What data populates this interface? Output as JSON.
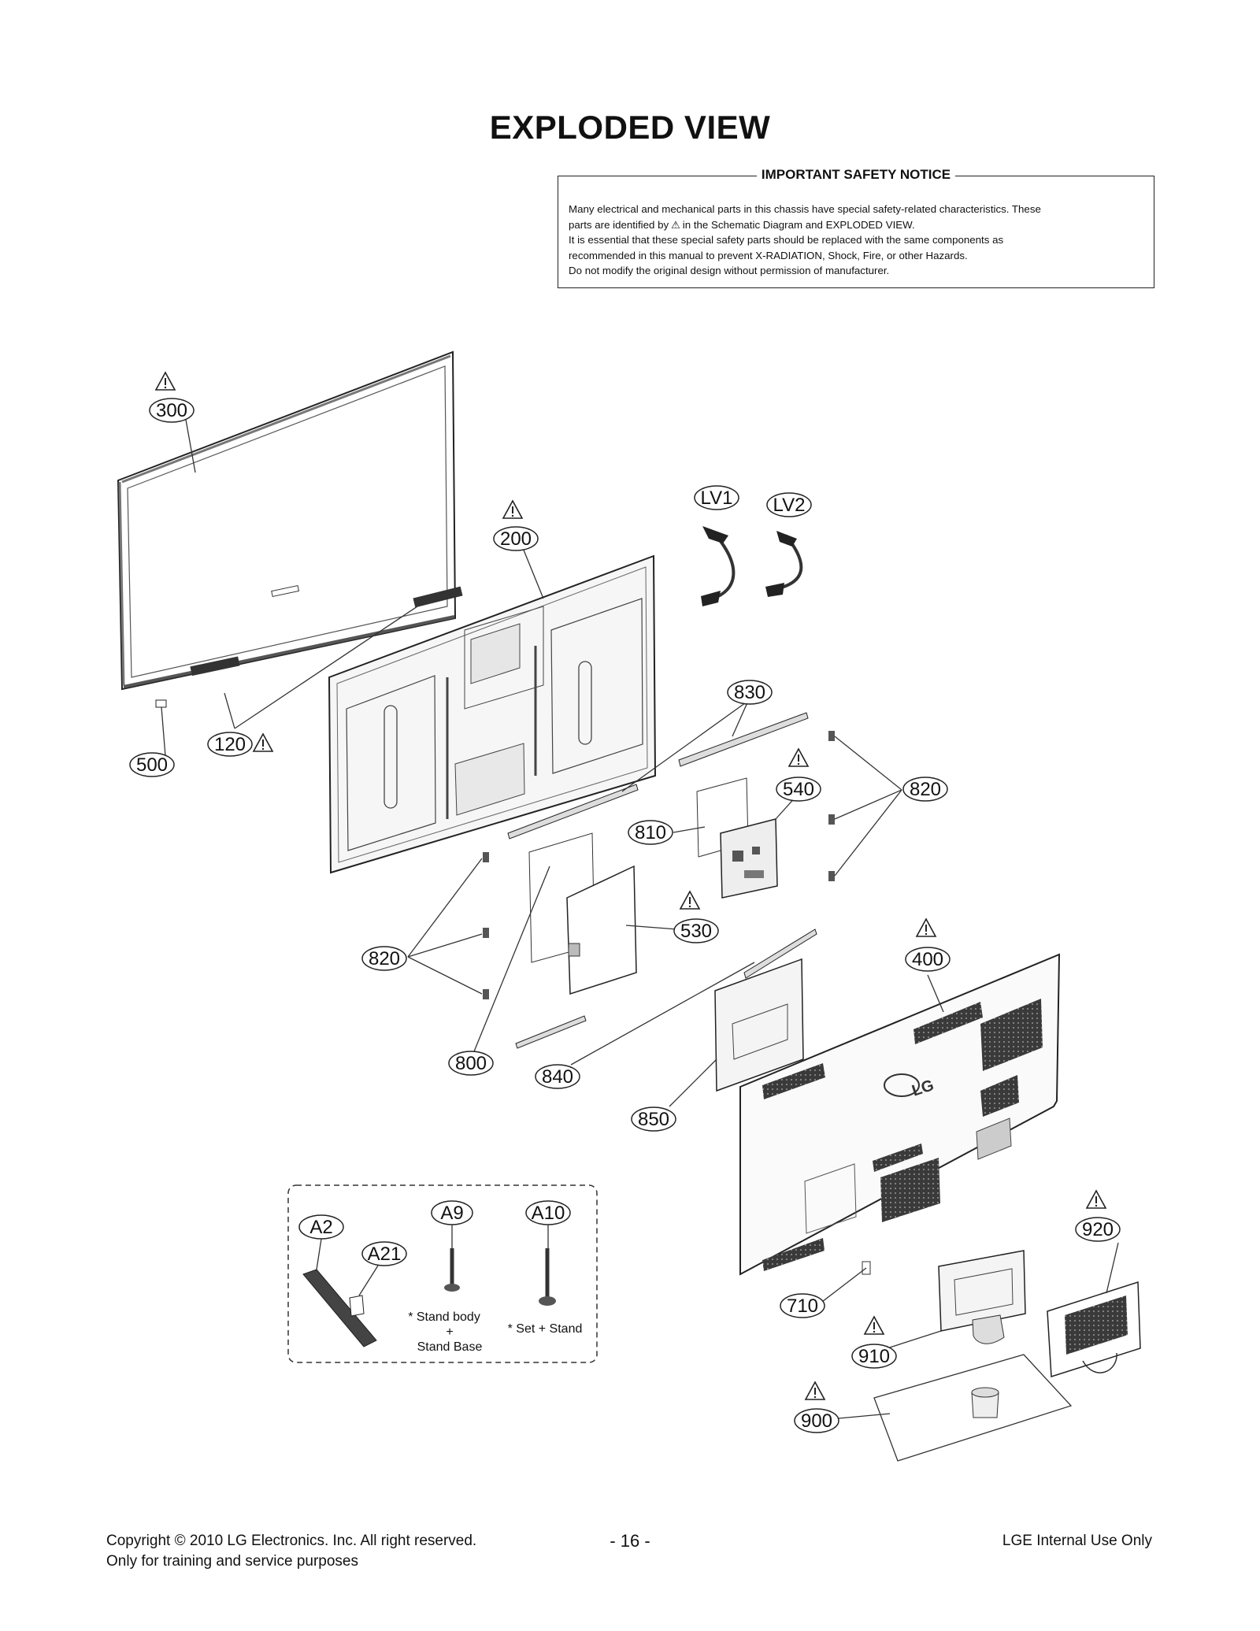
{
  "page": {
    "title": "EXPLODED VIEW"
  },
  "safety_notice": {
    "title": "IMPORTANT SAFETY NOTICE",
    "line1": "Many electrical and mechanical parts in this chassis have special safety-related characteristics. These",
    "line2a": "parts are identified by",
    "line2b": "in the Schematic Diagram and EXPLODED VIEW.",
    "line3": "It is essential that these special safety parts should be replaced with the same components as",
    "line4": "recommended in this manual to prevent X-RADIATION, Shock, Fire, or other Hazards.",
    "line5": "Do not modify the original design without permission of manufacturer.",
    "warning_icon": "warning-triangle-icon"
  },
  "parts": {
    "p300": "300",
    "p200": "200",
    "p120": "120",
    "p500": "500",
    "lv1": "LV1",
    "lv2": "LV2",
    "p830": "830",
    "p540": "540",
    "p820a": "820",
    "p810": "810",
    "p530": "530",
    "p820b": "820",
    "p400": "400",
    "p800": "800",
    "p840": "840",
    "p850": "850",
    "p920": "920",
    "p710": "710",
    "p910": "910",
    "p900": "900",
    "a2": "A2",
    "a21": "A21",
    "a9": "A9",
    "a10": "A10"
  },
  "stand_notes": {
    "a9_line1": "* Stand body",
    "a9_line2": "+",
    "a9_line3": "Stand Base",
    "a10_line1": "* Set + Stand"
  },
  "footer": {
    "copyright": "Copyright © 2010 LG Electronics. Inc. All right reserved.",
    "training": "Only for training and service purposes",
    "page_number": "- 16 -",
    "internal": "LGE Internal Use Only"
  },
  "colors": {
    "line": "#222222",
    "panel_fill": "#f4f4f4",
    "dark_part": "#333333"
  }
}
